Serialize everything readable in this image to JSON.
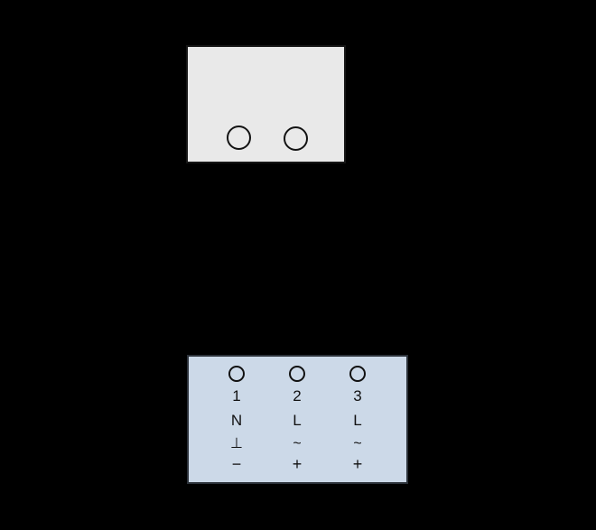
{
  "diagram": {
    "background_color": "#000000",
    "device_box": {
      "fill_color": "#e9e9e9",
      "border_color": "#161616",
      "holes": [
        "left-hole",
        "right-hole"
      ]
    },
    "terminal_block": {
      "fill_color": "#ccd9e8",
      "border_color": "#2c323a",
      "columns": [
        {
          "number": "1",
          "letter": "N",
          "symbol": "⊥",
          "sign": "−"
        },
        {
          "number": "2",
          "letter": "L",
          "symbol": "~",
          "sign": "+"
        },
        {
          "number": "3",
          "letter": "L",
          "symbol": "~",
          "sign": "+"
        }
      ]
    }
  }
}
